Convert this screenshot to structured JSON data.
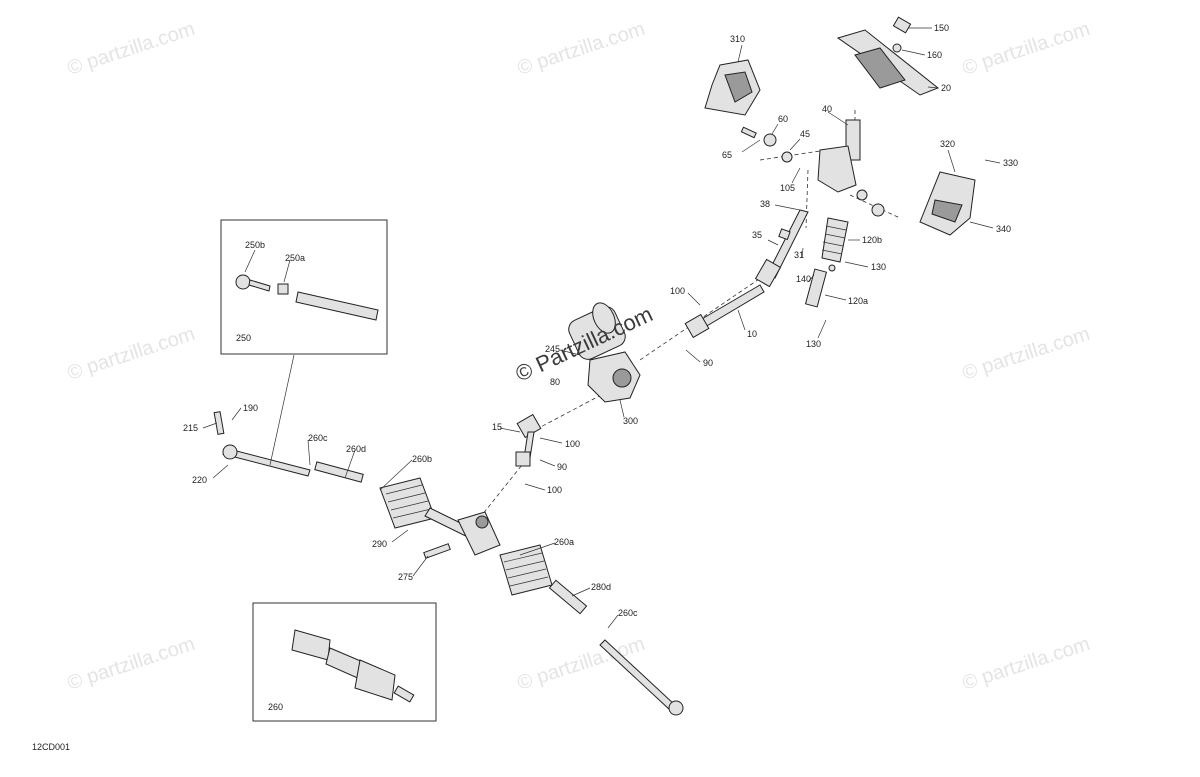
{
  "diagram_code": "12CD001",
  "watermarks": {
    "tile": "© partzilla.com",
    "main": "© Partzilla.com"
  },
  "callouts": {
    "c310": "310",
    "c150": "150",
    "c160": "160",
    "c20": "20",
    "c40": "40",
    "c60": "60",
    "c45": "45",
    "c65": "65",
    "c105": "105",
    "c320": "320",
    "c330": "330",
    "c340": "340",
    "c38": "38",
    "c35": "35",
    "c120b": "120b",
    "c31": "31",
    "c130a": "130",
    "c140": "140",
    "c120a": "120a",
    "c130b": "130",
    "c100a": "100",
    "c10": "10",
    "c90a": "90",
    "c245": "245",
    "c80": "80",
    "c300": "300",
    "c15": "15",
    "c100b": "100",
    "c90b": "90",
    "c100c": "100",
    "c190": "190",
    "c215": "215",
    "c220": "220",
    "c260c_a": "260c",
    "c260d_a": "260d",
    "c260b": "260b",
    "c290": "290",
    "c275": "275",
    "c260a": "260a",
    "c280d": "280d",
    "c260c_b": "260c",
    "c250b": "250b",
    "c250a": "250a",
    "c250": "250",
    "c260": "260"
  }
}
